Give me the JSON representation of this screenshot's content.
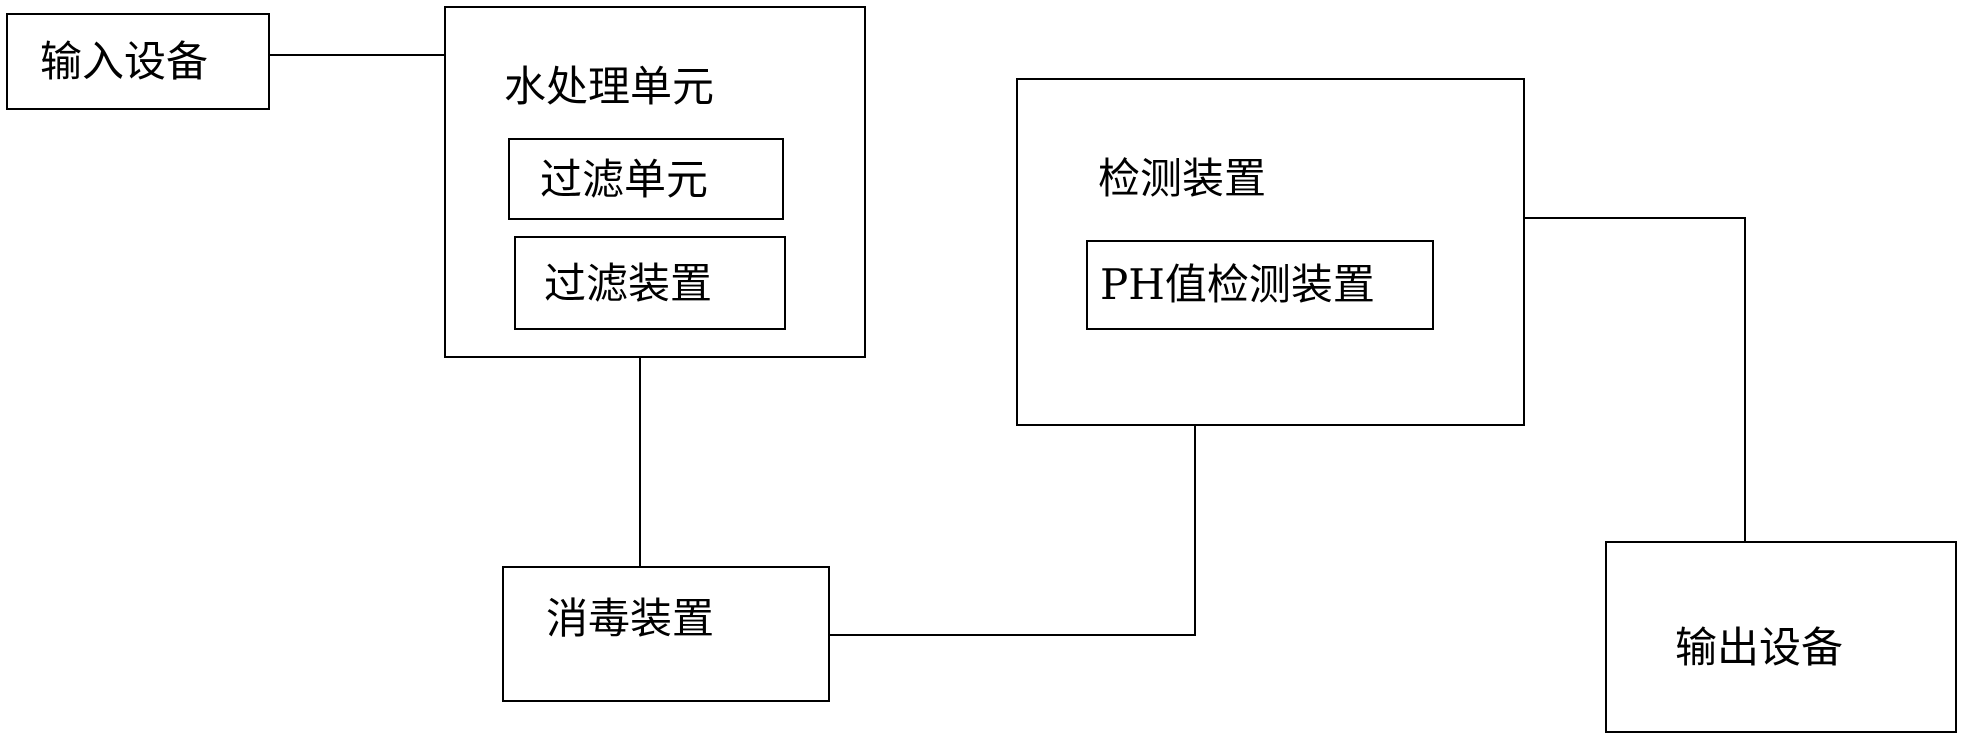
{
  "diagram": {
    "input_device": "输入设备",
    "water_treatment_unit": {
      "title": "水处理单元",
      "filter_unit": "过滤单元",
      "filter_device": "过滤装置"
    },
    "detection_device": {
      "title": "检测装置",
      "ph_detection_device": "PH值检测装置"
    },
    "disinfection_device": "消毒装置",
    "output_device": "输出设备"
  },
  "connections": [
    [
      "输入设备",
      "水处理单元"
    ],
    [
      "水处理单元",
      "消毒装置"
    ],
    [
      "消毒装置",
      "检测装置"
    ],
    [
      "检测装置",
      "输出设备"
    ]
  ]
}
